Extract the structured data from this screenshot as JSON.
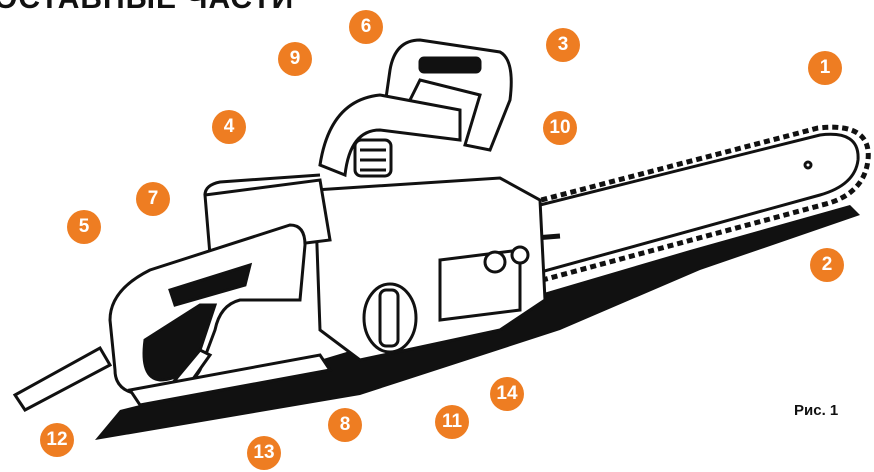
{
  "title": "ОСТАВНЫЕ ЧАСТИ",
  "figure_label": "Рис. 1",
  "accent_color": "#ee7d22",
  "callouts": [
    {
      "id": "1",
      "label": "1"
    },
    {
      "id": "2",
      "label": "2"
    },
    {
      "id": "3",
      "label": "3"
    },
    {
      "id": "4",
      "label": "4"
    },
    {
      "id": "5",
      "label": "5"
    },
    {
      "id": "6",
      "label": "6"
    },
    {
      "id": "7",
      "label": "7"
    },
    {
      "id": "8",
      "label": "8"
    },
    {
      "id": "9",
      "label": "9"
    },
    {
      "id": "10",
      "label": "10"
    },
    {
      "id": "11",
      "label": "11"
    },
    {
      "id": "12",
      "label": "12"
    },
    {
      "id": "13",
      "label": "13"
    },
    {
      "id": "14",
      "label": "14"
    }
  ]
}
